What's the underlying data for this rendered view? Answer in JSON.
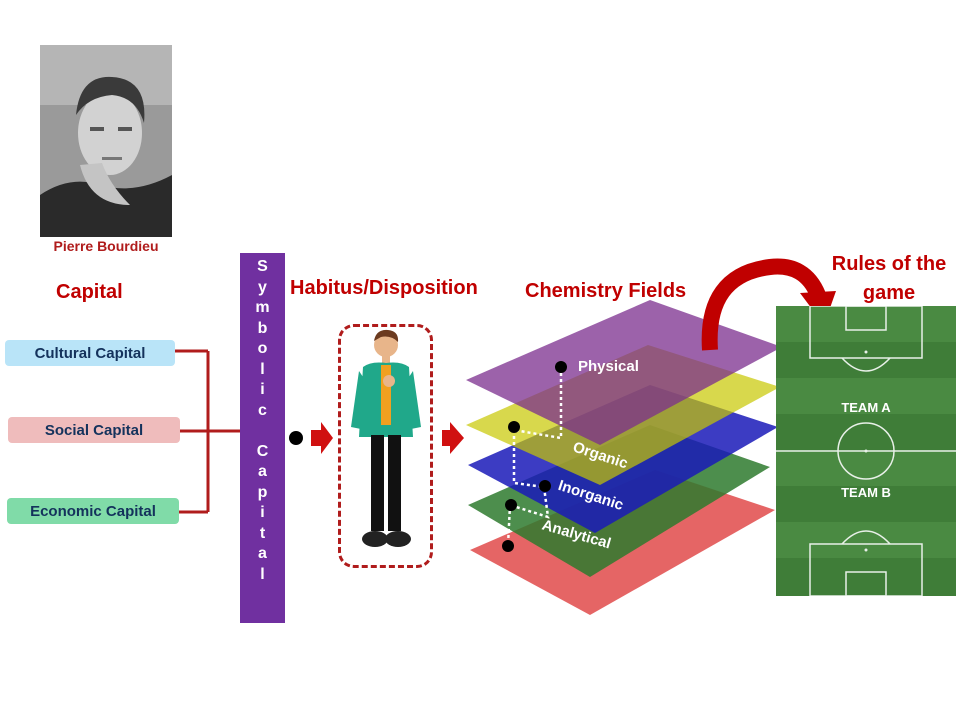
{
  "person": {
    "caption": "Pierre Bourdieu"
  },
  "capital": {
    "title": "Capital",
    "items": [
      {
        "label": "Cultural Capital",
        "color": "#b9e4f8"
      },
      {
        "label": "Social Capital",
        "color": "#efbcbc"
      },
      {
        "label": "Economic Capital",
        "color": "#80dba8"
      }
    ]
  },
  "symbolic": {
    "letters": [
      "S",
      "y",
      "m",
      "b",
      "o",
      "l",
      "i",
      "c",
      "",
      "C",
      "a",
      "p",
      "i",
      "t",
      "a",
      "l"
    ],
    "color": "#7030a0"
  },
  "habitus": {
    "title": "Habitus/Disposition"
  },
  "chemistry": {
    "title": "Chemistry Fields",
    "layers": [
      {
        "label": "Physical",
        "color": "#7b2d8e"
      },
      {
        "label": "Organic",
        "color": "#c8c800"
      },
      {
        "label": "Inorganic",
        "color": "#1a1ab8"
      },
      {
        "label": "Analytical",
        "color": "#2e7a2e"
      },
      {
        "label": "",
        "color": "#e04a4a"
      }
    ]
  },
  "rules": {
    "title_line1": "Rules of the",
    "title_line2": "game",
    "team_a": "TEAM A",
    "team_b": "TEAM B"
  },
  "colors": {
    "accent_red": "#c00000",
    "connector": "#b01c1c"
  }
}
